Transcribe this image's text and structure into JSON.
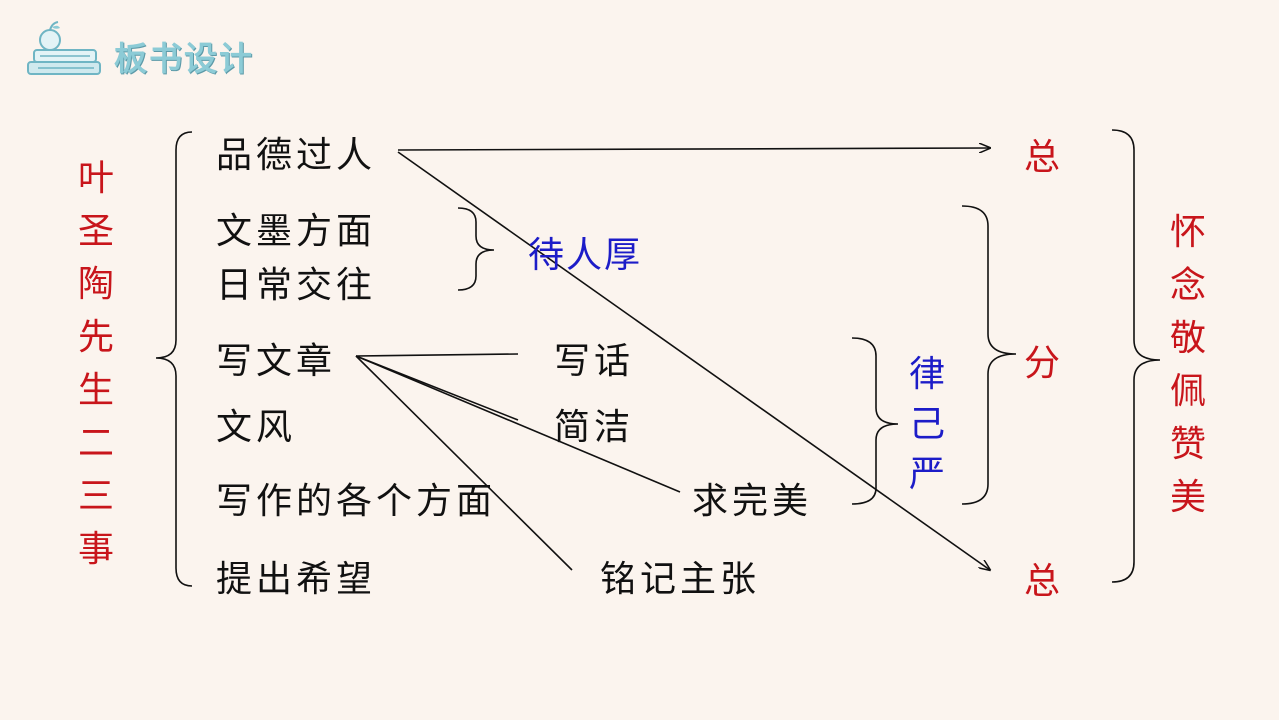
{
  "header": {
    "title": "板书设计",
    "icon": "book-stack-apple-icon"
  },
  "left_title": "叶圣陶先生二三事",
  "items": {
    "pinde": "品德过人",
    "wenmo": "文墨方面",
    "richang": "日常交往",
    "xiewenzhang": "写文章",
    "wenfeng": "文风",
    "xiezuo": "写作的各个方面",
    "tichu": "提出希望"
  },
  "sub_items": {
    "xiehua": "写话",
    "jianjie": "简洁",
    "qiuwanmei": "求完美",
    "mingji": "铭记主张"
  },
  "groups": {
    "dairenhou": "待人厚",
    "lvjiyan": "律己严"
  },
  "structure": {
    "zong_top": "总",
    "fen": "分",
    "zong_bottom": "总"
  },
  "conclusion": "怀念敬佩赞美",
  "colors": {
    "red": "#c8151b",
    "blue": "#1c1cc8",
    "text": "#111111",
    "background": "#fbf4ee",
    "header": "#8ccbd6"
  }
}
